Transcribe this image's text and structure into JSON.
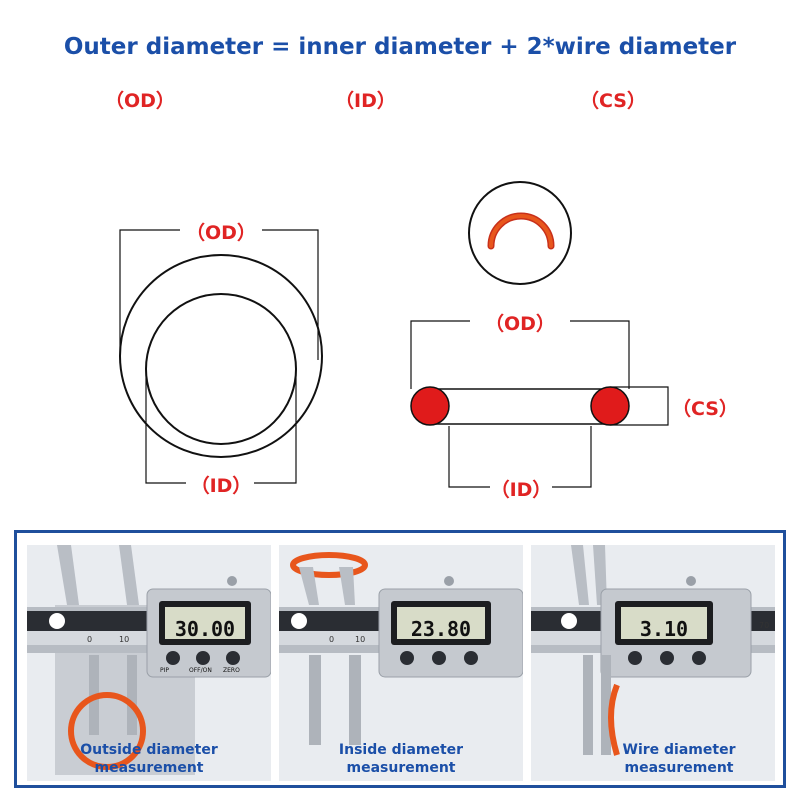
{
  "title": "Outer diameter = inner diameter + 2*wire diameter",
  "header_labels": {
    "od": "（OD）",
    "id": "（ID）",
    "cs": "（CS）"
  },
  "front_view": {
    "od_label": "（OD）",
    "id_label": "（ID）"
  },
  "section_view": {
    "od_label": "（OD）",
    "id_label": "（ID）",
    "cs_label": "（CS）"
  },
  "measurements": [
    {
      "reading": "30.00",
      "caption_line1": "Outside diameter",
      "caption_line2": "measurement"
    },
    {
      "reading": "23.80",
      "caption_line1": "Inside diameter",
      "caption_line2": "measurement"
    },
    {
      "reading": "3.10",
      "caption_line1": "Wire diameter",
      "caption_line2": "measurement"
    }
  ],
  "caliper_buttons": [
    "PIP",
    "OFF/ON",
    "ZERO"
  ],
  "colors": {
    "title": "#1b4fa8",
    "label": "#e02424",
    "ring_orange": "#e8561c",
    "panel_border": "#1f4f9c"
  }
}
